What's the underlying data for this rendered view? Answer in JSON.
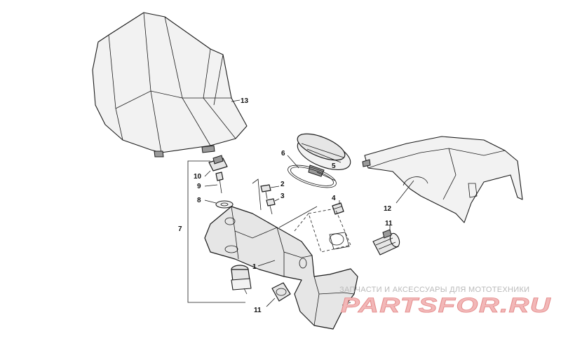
{
  "callouts": {
    "c1": "1",
    "c2": "2",
    "c3": "3",
    "c4": "4",
    "c5": "5",
    "c6": "6",
    "c7": "7",
    "c8": "8",
    "c9": "9",
    "c10": "10",
    "c11a": "11",
    "c11b": "11",
    "c12": "12",
    "c13": "13"
  },
  "watermark": {
    "tagline": "ЗАПЧАСТИ И АКСЕССУАРЫ ДЛЯ МОТОТЕХНИКИ",
    "logo": "PARTSFOR.RU",
    "logo_color": "#e48b8b"
  }
}
